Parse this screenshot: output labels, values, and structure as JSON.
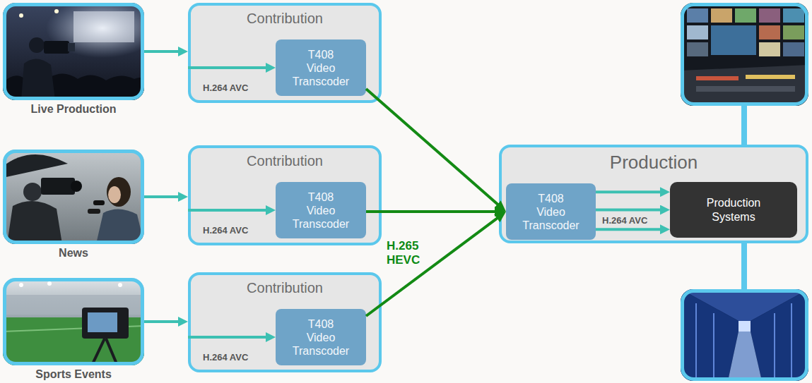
{
  "diagram": {
    "nodes": [
      {
        "text": [
          "Live Production"
        ]
      },
      {
        "text": [
          "Contribution"
        ]
      },
      {
        "text": [
          "T408 Video Transcoder"
        ],
        "in": 1
      },
      {
        "text": [
          "News"
        ]
      },
      {
        "text": [
          "Contribution"
        ]
      },
      {
        "text": [
          "T408 Video Transcoder"
        ],
        "in": 4
      },
      {
        "text": [
          "Sports Events"
        ]
      },
      {
        "text": [
          "Contribution"
        ]
      },
      {
        "text": [
          "T408 Video Transcoder"
        ],
        "in": 7
      },
      {
        "text": [
          "Production"
        ]
      },
      {
        "text": [
          "T408 Video Transcoder"
        ],
        "in": 9
      },
      {
        "text": [
          "Production Systems"
        ],
        "in": 9
      }
    ],
    "edges": [
      {
        "from": 0,
        "to": 1,
        "arrow": "to"
      },
      {
        "from": 3,
        "to": 4,
        "arrow": "to"
      },
      {
        "from": 6,
        "to": 7,
        "arrow": "to"
      },
      {
        "from": 1,
        "to": 2,
        "arrow": "to",
        "label": "H.264 AVC"
      },
      {
        "from": 4,
        "to": 5,
        "arrow": "to",
        "label": "H.264 AVC"
      },
      {
        "from": 7,
        "to": 8,
        "arrow": "to",
        "label": "H.264 AVC"
      },
      {
        "from": 2,
        "to": 10,
        "arrow": "to"
      },
      {
        "from": 5,
        "to": 10,
        "arrow": "to",
        "label": "H.265 HEVC"
      },
      {
        "from": 8,
        "to": 10,
        "arrow": "to"
      },
      {
        "from": 10,
        "to": 11,
        "arrow": "to"
      },
      {
        "from": 10,
        "to": 11,
        "arrow": "to"
      },
      {
        "from": 10,
        "to": 11,
        "arrow": "to",
        "label": "H.264 AVC"
      }
    ]
  }
}
